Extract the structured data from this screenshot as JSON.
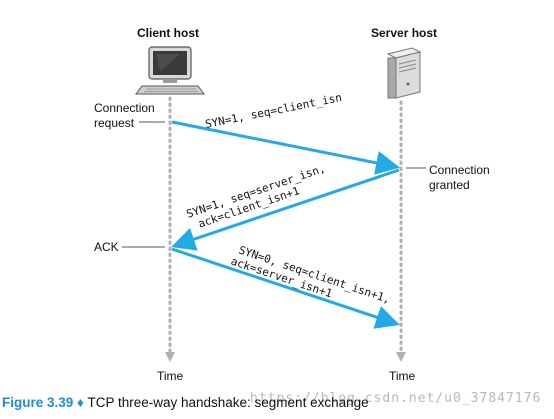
{
  "client": {
    "title": "Client host"
  },
  "server": {
    "title": "Server host"
  },
  "labels": {
    "connection_request": [
      "Connection",
      "request"
    ],
    "connection_granted": [
      "Connection",
      "granted"
    ],
    "ack": "ACK",
    "time_client": "Time",
    "time_server": "Time"
  },
  "segments": [
    {
      "lines": [
        "SYN=1, seq=client_isn"
      ]
    },
    {
      "lines": [
        "SYN=1, seq=server_isn,",
        "ack=client_isn+1"
      ]
    },
    {
      "lines": [
        "SYN=0, seq=client_isn+1,",
        "ack=server_isn+1"
      ]
    }
  ],
  "caption": {
    "figure": "Figure 3.39",
    "bullet": "♦",
    "text": "TCP three-way handshake: segment exchange"
  },
  "watermark": "https://blog.csdn.net/u0_37847176",
  "colors": {
    "arrow": "#22a9e6",
    "timeline": "#b0b0b0",
    "accent": "#1a8fd6"
  }
}
